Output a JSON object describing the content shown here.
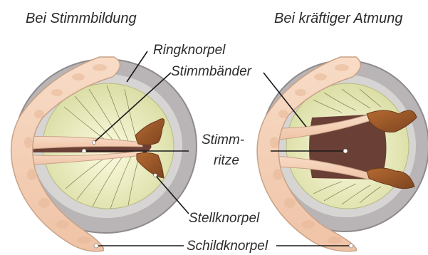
{
  "titles": {
    "left": "Bei Stimmbildung",
    "right": "Bei kräftiger Atmung"
  },
  "labels": {
    "ringknorpel": "Ringknorpel",
    "stimmbaender": "Stimmbänder",
    "stimmritze_1": "Stimm-",
    "stimmritze_2": "ritze",
    "stellknorpel": "Stellknorpel",
    "schildknorpel": "Schildknorpel"
  },
  "colors": {
    "ring": "#b9b4b5",
    "ring_inner": "#d9d6d6",
    "lumen": "#f0f1c6",
    "glottis": "#6a3f36",
    "cartilage": "#f5d4bd",
    "arytenoid": "#9b5a2a",
    "leader": "#1a1a1a"
  }
}
